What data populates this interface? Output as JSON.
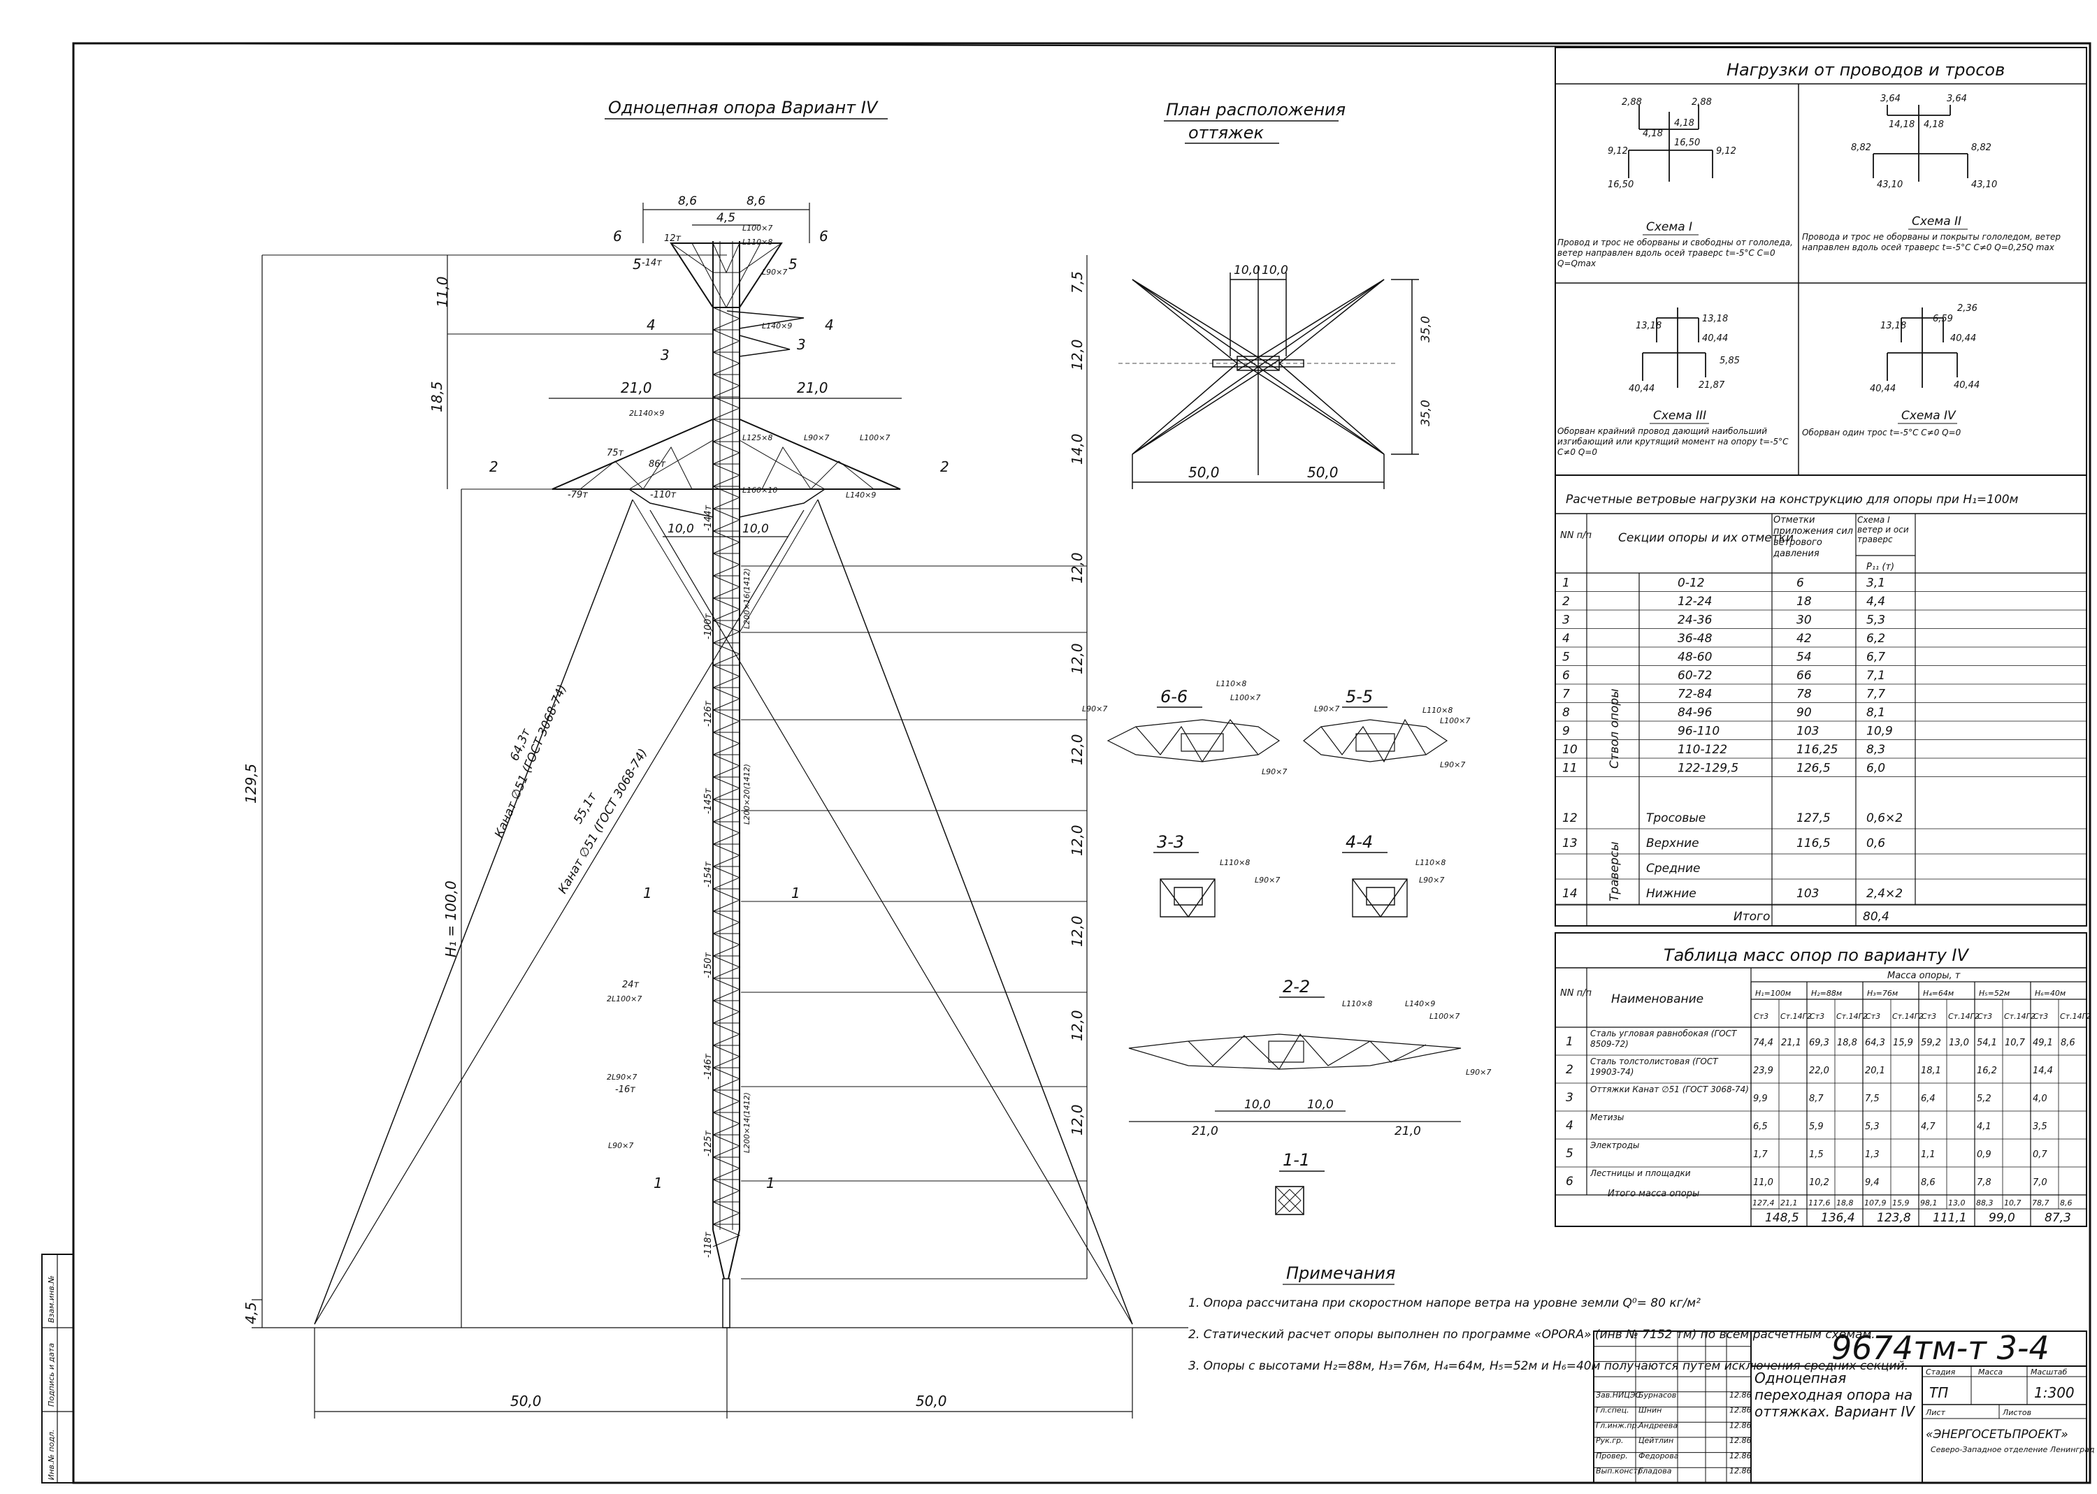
{
  "tower": {
    "title": "Одноцепная опора Вариант IV",
    "dim_top_left": "8,6",
    "dim_top_right": "8,6",
    "dim_top_mid": "4,5",
    "dim_crossarm_left": "21,0",
    "dim_crossarm_right": "21,0",
    "dim_base_left": "10,0",
    "dim_base_right": "10,0",
    "dim_ground_left": "50,0",
    "dim_ground_right": "50,0",
    "height_total": "129,5",
    "height_h1": "H₁ = 100,0",
    "height_upper": "18,5",
    "height_top": "11,0",
    "height_bottom": "4,5",
    "right_dims": [
      "7,5",
      "12,0",
      "14,0",
      "12,0",
      "12,0",
      "12,0",
      "12,0",
      "12,0",
      "12,0",
      "12,0"
    ],
    "cable1": "Канат ∅51 (ГОСТ 3068-74)",
    "cable1_force": "64,3т",
    "cable2": "Канат ∅51 (ГОСТ 3068-74)",
    "cable2_force": "55,1т",
    "cut_marks": [
      "6",
      "5",
      "4",
      "3",
      "2",
      "1"
    ],
    "member_labels": [
      "12т",
      "-14т",
      "-110т",
      "-79т",
      "75т",
      "86т",
      "-144т",
      "-100т",
      "-126т",
      "-145т",
      "-154т",
      "-150т",
      "-146т",
      "-125т",
      "-118т",
      "24т",
      "-16т"
    ],
    "profile_labels": [
      "L100×7",
      "L110×8",
      "L90×7",
      "L140×9",
      "L160×10",
      "2L140×9",
      "L125×8",
      "L200×16(1412)",
      "L200×20(1412)",
      "L200×14(1412)",
      "2L100×7",
      "2L90×7"
    ]
  },
  "plan": {
    "title_line1": "План расположения",
    "title_line2": "оттяжек",
    "dim_top_left": "10,0",
    "dim_top_right": "10,0",
    "dim_right_top": "35,0",
    "dim_right_bottom": "35,0",
    "dim_bottom_left": "50,0",
    "dim_bottom_right": "50,0"
  },
  "sections": {
    "s66": "6-6",
    "s55": "5-5",
    "s33": "3-3",
    "s44": "4-4",
    "s22": "2-2",
    "s11": "1-1",
    "dim_22_left": "21,0",
    "dim_22_mid_left": "10,0",
    "dim_22_mid_right": "10,0",
    "dim_22_right": "21,0",
    "profiles": [
      "L90×7",
      "L110×8",
      "L100×7",
      "L140×9"
    ]
  },
  "notes": {
    "title": "Примечания",
    "items": [
      "1. Опора рассчитана при скоростном напоре ветра на уровне земли Q⁰= 80 кг/м²",
      "2. Статический расчет опоры выполнен по программе «OPORA» (инв № 7152 тм) по всем расчетным схемам.",
      "3. Опоры с высотами H₂=88м, H₃=76м, H₄=64м, H₅=52м и H₆=40м получаются путем исключения средних секций."
    ]
  },
  "loads": {
    "title": "Нагрузки от проводов и тросов",
    "schemes": [
      {
        "name": "Схема I",
        "desc": "Провод и трос не оборваны и свободны от гололеда, ветер направлен вдоль осей траверс t=-5°С C=0 Q=Qmax",
        "values": [
          "2,88",
          "2,88",
          "4,18",
          "4,18",
          "9,12",
          "9,12",
          "16,50",
          "16,50"
        ]
      },
      {
        "name": "Схема II",
        "desc": "Провода и трос не оборваны и покрыты гололедом, ветер направлен вдоль осей траверс t=-5°С C≠0 Q=0,25Q max",
        "values": [
          "3,64",
          "3,64",
          "14,18",
          "4,18",
          "8,82",
          "8,82",
          "43,10",
          "43,10"
        ]
      },
      {
        "name": "Схема III",
        "desc": "Оборван крайний провод дающий наибольший изгибающий или крутящий момент на опору t=-5°С C≠0 Q=0",
        "values": [
          "13,18",
          "13,18",
          "40,44",
          "5,85",
          "40,44",
          "21,87"
        ]
      },
      {
        "name": "Схема IV",
        "desc": "Оборван один трос t=-5°С C≠0 Q=0",
        "values": [
          "2,36",
          "13,18",
          "6,59",
          "40,44",
          "40,44",
          "40,44"
        ]
      }
    ]
  },
  "wind": {
    "title": "Расчетные ветровые нагрузки на конструкцию для опоры при H₁=100м",
    "col_nn": "NN п/п",
    "col_section": "Секции опоры и их отметки",
    "col_mark": "Отметки приложения сил ветрового давления",
    "col_scheme": "Схема I ветер и оси траверс",
    "col_p": "P₁₁ (т)",
    "group_shaft": "Ствол опоры",
    "group_arms": "Траверсы",
    "rows": [
      {
        "n": "1",
        "section": "0-12",
        "mark": "6",
        "p": "3,1"
      },
      {
        "n": "2",
        "section": "12-24",
        "mark": "18",
        "p": "4,4"
      },
      {
        "n": "3",
        "section": "24-36",
        "mark": "30",
        "p": "5,3"
      },
      {
        "n": "4",
        "section": "36-48",
        "mark": "42",
        "p": "6,2"
      },
      {
        "n": "5",
        "section": "48-60",
        "mark": "54",
        "p": "6,7"
      },
      {
        "n": "6",
        "section": "60-72",
        "mark": "66",
        "p": "7,1"
      },
      {
        "n": "7",
        "section": "72-84",
        "mark": "78",
        "p": "7,7"
      },
      {
        "n": "8",
        "section": "84-96",
        "mark": "90",
        "p": "8,1"
      },
      {
        "n": "9",
        "section": "96-110",
        "mark": "103",
        "p": "10,9"
      },
      {
        "n": "10",
        "section": "110-122",
        "mark": "116,25",
        "p": "8,3"
      },
      {
        "n": "11",
        "section": "122-129,5",
        "mark": "126,5",
        "p": "6,0"
      }
    ],
    "arm_rows": [
      {
        "n": "12",
        "section": "Тросовые",
        "mark": "127,5",
        "p": "0,6×2"
      },
      {
        "n": "13",
        "section": "Верхние",
        "mark": "116,5",
        "p": "0,6"
      },
      {
        "n": "",
        "section": "Средние",
        "mark": "",
        "p": ""
      },
      {
        "n": "14",
        "section": "Нижние",
        "mark": "103",
        "p": "2,4×2"
      }
    ],
    "total_label": "Итого",
    "total_value": "80,4"
  },
  "mass": {
    "title": "Таблица масс опор по варианту IV",
    "col_nn": "NN п/п",
    "col_name": "Наименование",
    "col_group": "Масса опоры, т",
    "heights": [
      "H₁=100м",
      "H₂=88м",
      "H₃=76м",
      "H₄=64м",
      "H₅=52м",
      "H₆=40м"
    ],
    "sub": [
      "Ст3",
      "Ст.14Г2"
    ],
    "rows": [
      {
        "n": "1",
        "name": "Сталь угловая равнобокая (ГОСТ 8509-72)",
        "v": [
          "74,4",
          "21,1",
          "69,3",
          "18,8",
          "64,3",
          "15,9",
          "59,2",
          "13,0",
          "54,1",
          "10,7",
          "49,1",
          "8,6"
        ]
      },
      {
        "n": "2",
        "name": "Сталь толстолистовая (ГОСТ 19903-74)",
        "v": [
          "23,9",
          "",
          "22,0",
          "",
          "20,1",
          "",
          "18,1",
          "",
          "16,2",
          "",
          "14,4",
          ""
        ]
      },
      {
        "n": "3",
        "name": "Оттяжки Канат ∅51 (ГОСТ 3068-74)",
        "v": [
          "9,9",
          "",
          "8,7",
          "",
          "7,5",
          "",
          "6,4",
          "",
          "5,2",
          "",
          "4,0",
          ""
        ]
      },
      {
        "n": "4",
        "name": "Метизы",
        "v": [
          "6,5",
          "",
          "5,9",
          "",
          "5,3",
          "",
          "4,7",
          "",
          "4,1",
          "",
          "3,5",
          ""
        ]
      },
      {
        "n": "5",
        "name": "Электроды",
        "v": [
          "1,7",
          "",
          "1,5",
          "",
          "1,3",
          "",
          "1,1",
          "",
          "0,9",
          "",
          "0,7",
          ""
        ]
      },
      {
        "n": "6",
        "name": "Лестницы и площадки",
        "v": [
          "11,0",
          "",
          "10,2",
          "",
          "9,4",
          "",
          "8,6",
          "",
          "7,8",
          "",
          "7,0",
          ""
        ]
      }
    ],
    "total_name": "Итого масса опоры",
    "total_v": [
      "127,4",
      "21,1",
      "117,6",
      "18,8",
      "107,9",
      "15,9",
      "98,1",
      "13,0",
      "88,3",
      "10,7",
      "78,7",
      "8,6"
    ],
    "sum_v": [
      "148,5",
      "136,4",
      "123,8",
      "111,1",
      "99,0",
      "87,3"
    ]
  },
  "stamp": {
    "code": "9674тм-т 3-4",
    "title": "Одноцепная переходная опора на оттяжках. Вариант IV",
    "stage_label": "Стадия",
    "mass_label": "Масса",
    "scale_label": "Масштаб",
    "stage": "ТП",
    "scale": "1:300",
    "sheet_label": "Лист",
    "sheets_label": "Листов",
    "org": "«ЭНЕРГОСЕТЬПРОЕКТ»",
    "org_sub": "Северо-Западное отделение Ленинград",
    "roles": [
      "Зав.НИЦЭС",
      "Гл.спец.",
      "Гл.инж.пр.",
      "Рук.гр.",
      "Провер.",
      "Вып.констр."
    ],
    "names": [
      "Бурнасов",
      "Шнин",
      "Андреева",
      "Цейтлин",
      "Федорова",
      "Гладова"
    ],
    "dates": [
      "12.86",
      "12.86",
      "12.86",
      "12.86",
      "12.86",
      "12.86"
    ]
  },
  "side_stamp": {
    "fields": [
      "Инв.№ подл.",
      "Подпись и дата",
      "Взам.инв.№"
    ]
  }
}
